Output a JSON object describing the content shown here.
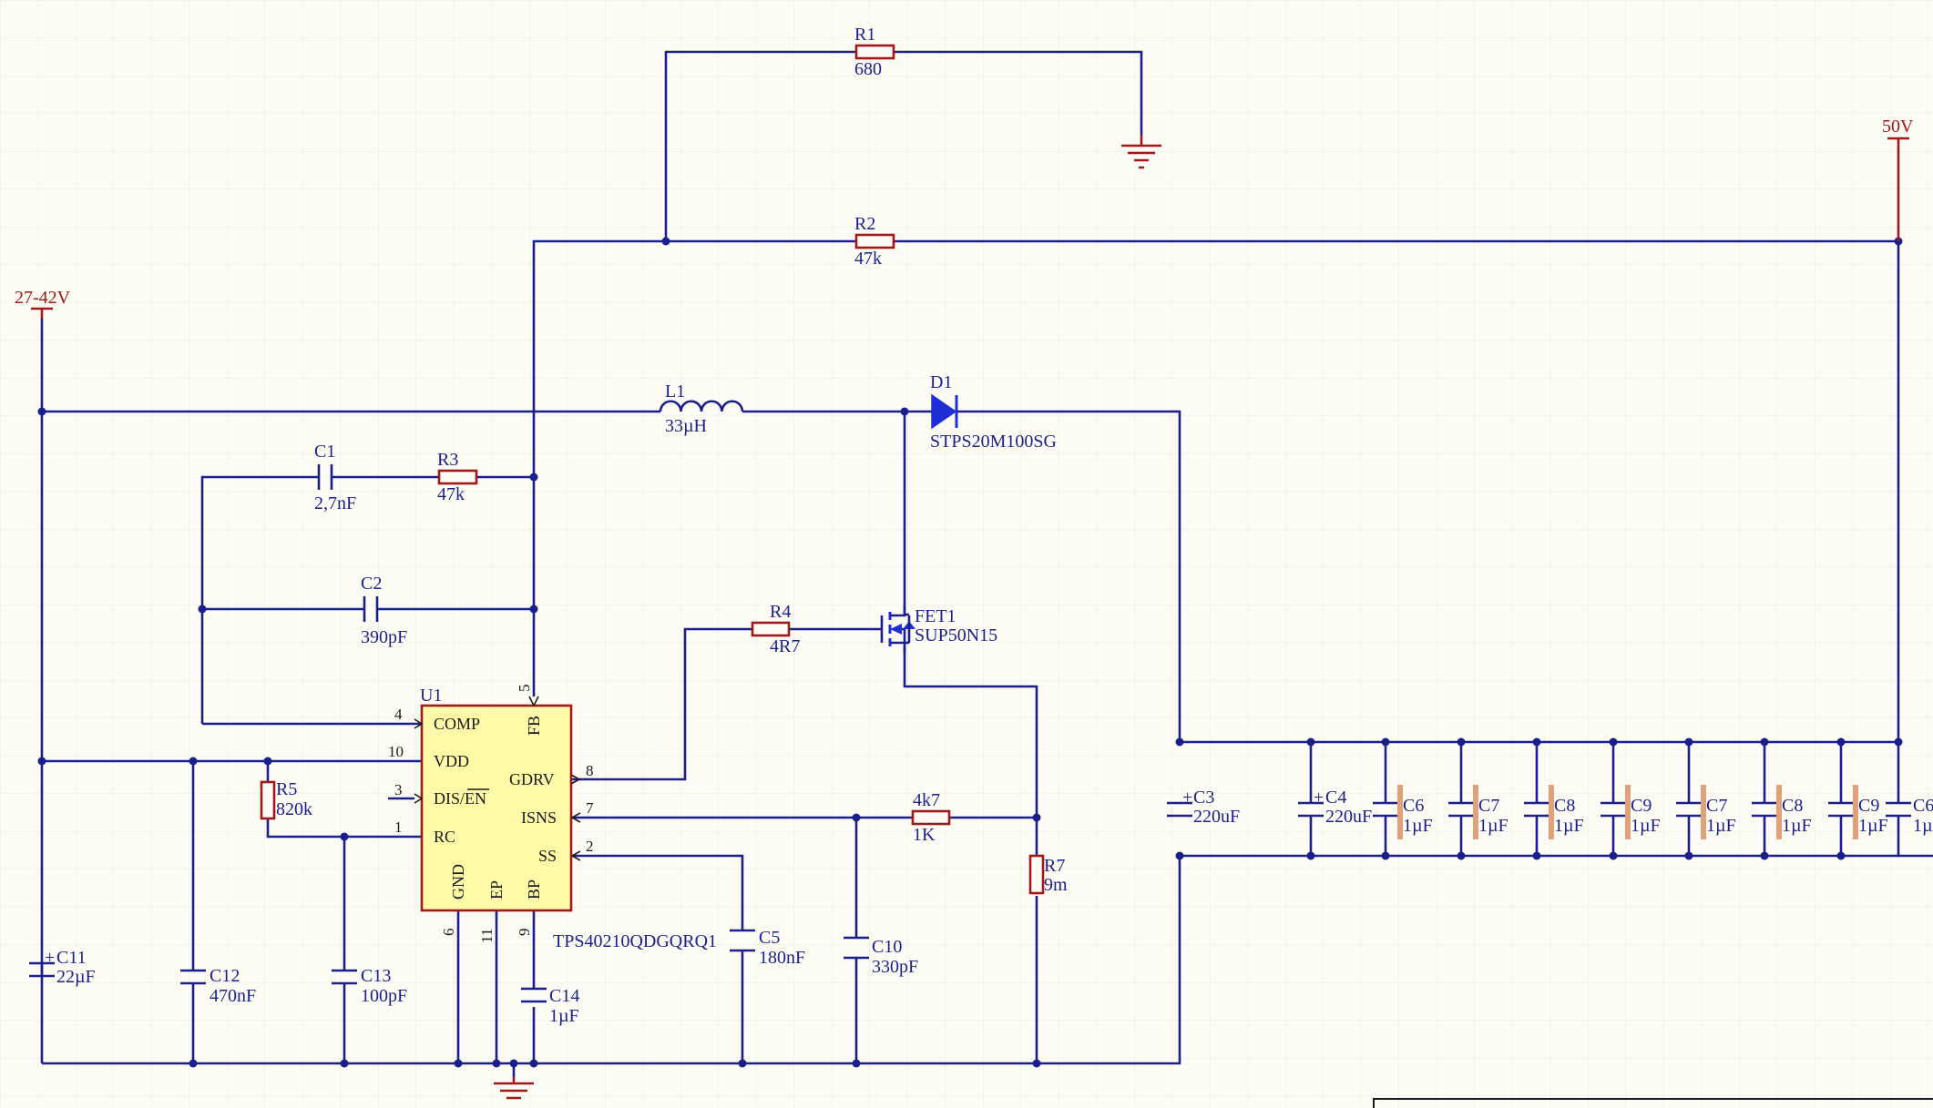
{
  "schematic": {
    "power_labels": {
      "vin": "27-42V",
      "vout": "50V"
    },
    "ic": {
      "ref": "U1",
      "part": "TPS40210QDGQRQ1",
      "pins_left": [
        {
          "num": "4",
          "name": "COMP"
        },
        {
          "num": "10",
          "name": "VDD"
        },
        {
          "num": "3",
          "name": "DIS/EN"
        },
        {
          "num": "1",
          "name": "RC"
        }
      ],
      "pins_right": [
        {
          "num": "8",
          "name": "GDRV"
        },
        {
          "num": "7",
          "name": "ISNS"
        },
        {
          "num": "2",
          "name": "SS"
        }
      ],
      "pin_top": {
        "num": "5",
        "name": "FB"
      },
      "pins_bottom": [
        {
          "num": "6",
          "name": "GND"
        },
        {
          "num": "11",
          "name": "EP"
        },
        {
          "num": "9",
          "name": "BP"
        }
      ]
    },
    "components": {
      "R1": {
        "ref": "R1",
        "value": "680"
      },
      "R2": {
        "ref": "R2",
        "value": "47k"
      },
      "R3": {
        "ref": "R3",
        "value": "47k"
      },
      "R4": {
        "ref": "R4",
        "value": "4R7"
      },
      "R5": {
        "ref": "R5",
        "value": "820k"
      },
      "R7": {
        "ref": "R7",
        "value": "9m"
      },
      "R_isns": {
        "ref": "4k7",
        "value": "1K"
      },
      "L1": {
        "ref": "L1",
        "value": "33µH"
      },
      "D1": {
        "ref": "D1",
        "value": "STPS20M100SG"
      },
      "FET1": {
        "ref": "FET1",
        "value": "SUP50N15"
      },
      "C1": {
        "ref": "C1",
        "value": "2,7nF"
      },
      "C2": {
        "ref": "C2",
        "value": "390pF"
      },
      "C3": {
        "ref": "C3",
        "value": "220uF"
      },
      "C4": {
        "ref": "C4",
        "value": "220uF"
      },
      "C5": {
        "ref": "C5",
        "value": "180nF"
      },
      "C10": {
        "ref": "C10",
        "value": "330pF"
      },
      "C11": {
        "ref": "C11",
        "value": "22µF"
      },
      "C12": {
        "ref": "C12",
        "value": "470nF"
      },
      "C13": {
        "ref": "C13",
        "value": "100pF"
      },
      "C14": {
        "ref": "C14",
        "value": "1µF"
      }
    },
    "output_caps": [
      {
        "ref": "C6",
        "value": "1µF"
      },
      {
        "ref": "C7",
        "value": "1µF"
      },
      {
        "ref": "C8",
        "value": "1µF"
      },
      {
        "ref": "C9",
        "value": "1µF"
      },
      {
        "ref": "C7",
        "value": "1µF"
      },
      {
        "ref": "C8",
        "value": "1µF"
      },
      {
        "ref": "C9",
        "value": "1µF"
      },
      {
        "ref": "C6",
        "value": "1µ"
      }
    ],
    "plus_sign": "+"
  }
}
